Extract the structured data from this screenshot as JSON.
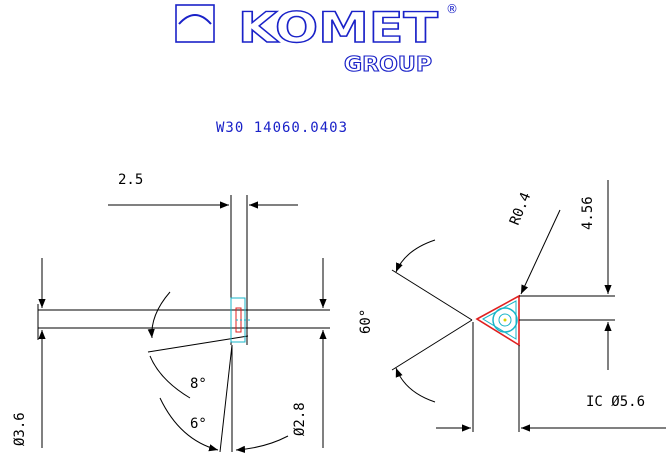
{
  "logo": {
    "brand": "KOMET",
    "registered": "®",
    "group": "GROUP"
  },
  "part_number": "W30 14060.0403",
  "dimensions": {
    "width": "2.5",
    "diameter_left": "Ø3.6",
    "diameter_right": "Ø2.8",
    "angle_8": "8°",
    "angle_6": "6°",
    "angle_60": "60°",
    "radius": "R0.4",
    "height": "4.56",
    "ic_diameter": "IC Ø5.6"
  },
  "colors": {
    "logo_blue": "#1a22c8",
    "insert_red": "#e02020",
    "insert_cyan": "#19b5c8",
    "drawing_black": "#000000"
  }
}
